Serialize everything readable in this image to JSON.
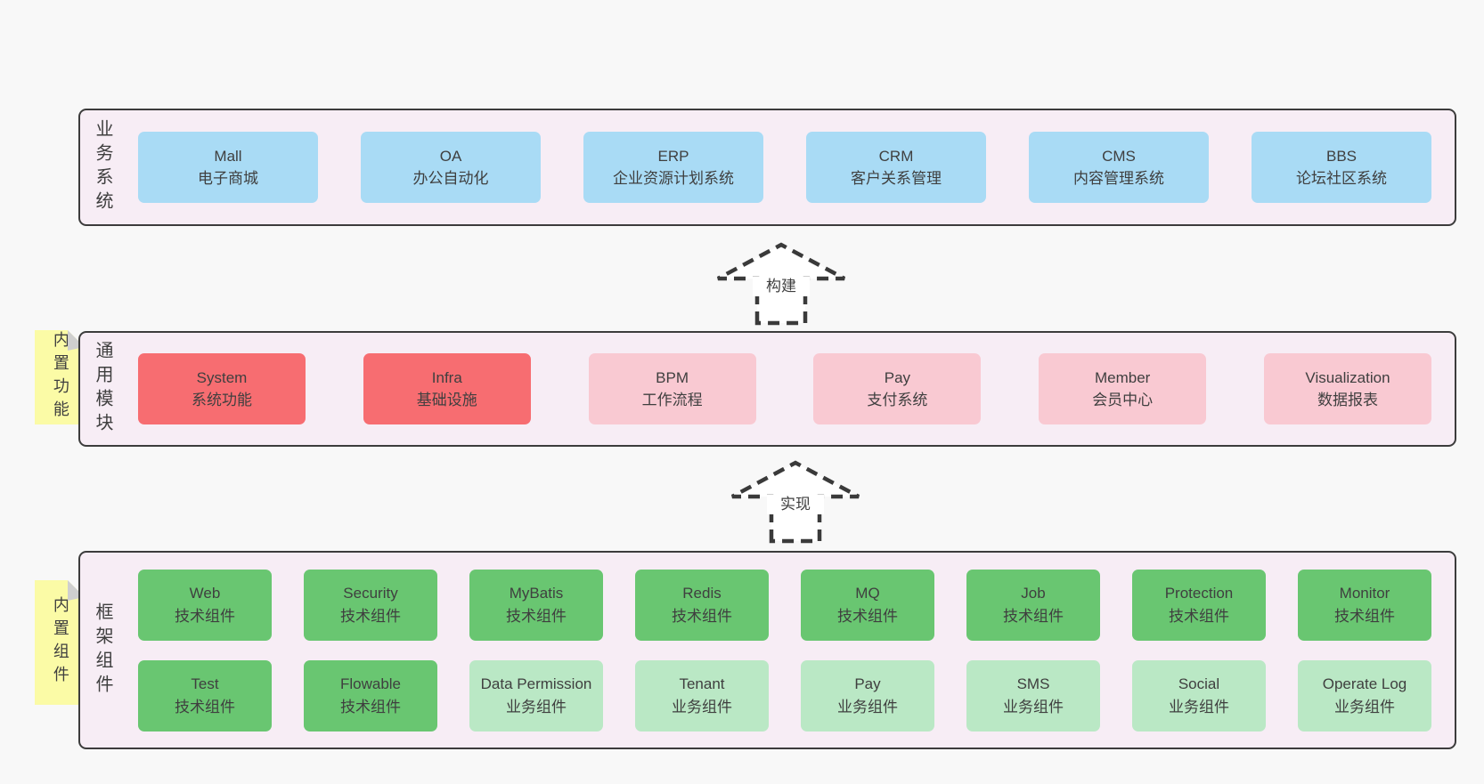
{
  "colors": {
    "page_bg": "#f8f8f8",
    "layer_bg": "#f7edf5",
    "layer_border": "#3c3c3c",
    "blue_box": "#a9dbf5",
    "red_box": "#f76d71",
    "pink_box": "#f9c9d2",
    "green_box": "#69c671",
    "light_green_box": "#bae8c5",
    "sticky_bg": "#fbfba6",
    "sticky_fold": "#cfcfcf",
    "text": "#3f3f3f"
  },
  "arrows": [
    {
      "label": "构建"
    },
    {
      "label": "实现"
    }
  ],
  "layers": [
    {
      "label": "业务系统",
      "sticky": null,
      "rows": [
        {
          "boxes": [
            {
              "name": "Mall",
              "desc": "电子商城",
              "variant": "blue"
            },
            {
              "name": "OA",
              "desc": "办公自动化",
              "variant": "blue"
            },
            {
              "name": "ERP",
              "desc": "企业资源计划系统",
              "variant": "blue"
            },
            {
              "name": "CRM",
              "desc": "客户关系管理",
              "variant": "blue"
            },
            {
              "name": "CMS",
              "desc": "内容管理系统",
              "variant": "blue"
            },
            {
              "name": "BBS",
              "desc": "论坛社区系统",
              "variant": "blue"
            }
          ]
        }
      ]
    },
    {
      "label": "通用模块",
      "sticky": "内置功能",
      "rows": [
        {
          "boxes": [
            {
              "name": "System",
              "desc": "系统功能",
              "variant": "red"
            },
            {
              "name": "Infra",
              "desc": "基础设施",
              "variant": "red"
            },
            {
              "name": "BPM",
              "desc": "工作流程",
              "variant": "pink"
            },
            {
              "name": "Pay",
              "desc": "支付系统",
              "variant": "pink"
            },
            {
              "name": "Member",
              "desc": "会员中心",
              "variant": "pink"
            },
            {
              "name": "Visualization",
              "desc": "数据报表",
              "variant": "pink"
            }
          ]
        }
      ]
    },
    {
      "label": "框架组件",
      "sticky": "内置组件",
      "rows": [
        {
          "boxes": [
            {
              "name": "Web",
              "desc": "技术组件",
              "variant": "green"
            },
            {
              "name": "Security",
              "desc": "技术组件",
              "variant": "green"
            },
            {
              "name": "MyBatis",
              "desc": "技术组件",
              "variant": "green"
            },
            {
              "name": "Redis",
              "desc": "技术组件",
              "variant": "green"
            },
            {
              "name": "MQ",
              "desc": "技术组件",
              "variant": "green"
            },
            {
              "name": "Job",
              "desc": "技术组件",
              "variant": "green"
            },
            {
              "name": "Protection",
              "desc": "技术组件",
              "variant": "green"
            },
            {
              "name": "Monitor",
              "desc": "技术组件",
              "variant": "green"
            }
          ]
        },
        {
          "boxes": [
            {
              "name": "Test",
              "desc": "技术组件",
              "variant": "green"
            },
            {
              "name": "Flowable",
              "desc": "技术组件",
              "variant": "green"
            },
            {
              "name": "Data Permission",
              "desc": "业务组件",
              "variant": "lightgreen"
            },
            {
              "name": "Tenant",
              "desc": "业务组件",
              "variant": "lightgreen"
            },
            {
              "name": "Pay",
              "desc": "业务组件",
              "variant": "lightgreen"
            },
            {
              "name": "SMS",
              "desc": "业务组件",
              "variant": "lightgreen"
            },
            {
              "name": "Social",
              "desc": "业务组件",
              "variant": "lightgreen"
            },
            {
              "name": "Operate Log",
              "desc": "业务组件",
              "variant": "lightgreen"
            }
          ]
        }
      ]
    }
  ]
}
